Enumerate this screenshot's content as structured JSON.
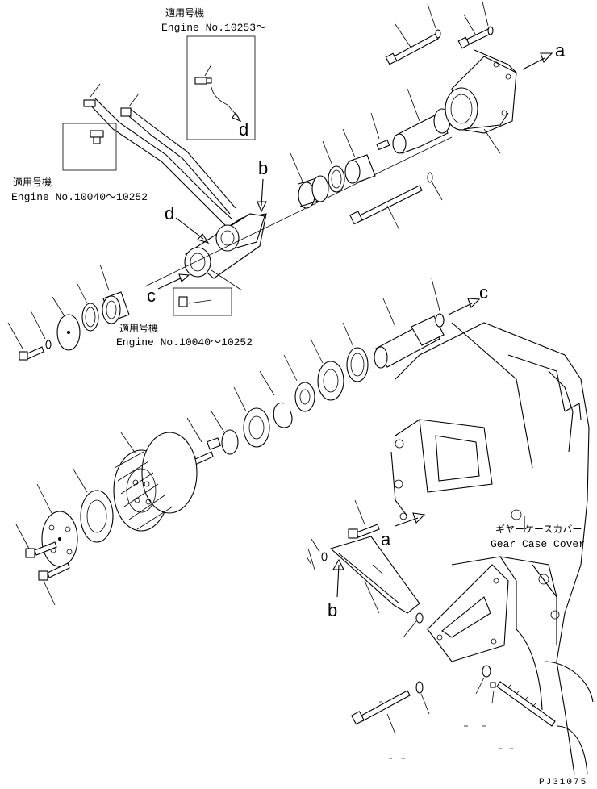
{
  "notes": {
    "applicable_label": "適用号機",
    "engine_range_1": "Engine No.10253～",
    "engine_range_2": "Engine No.10040～10252",
    "engine_range_3": "Engine No.10040～10252"
  },
  "callouts": {
    "a": "a",
    "b": "b",
    "c": "c",
    "d": "d"
  },
  "component_labels": {
    "gear_case_cover_jp": "ギヤーケースカバー",
    "gear_case_cover_en": "Gear Case Cover"
  },
  "figure_ref": "PJ31075"
}
